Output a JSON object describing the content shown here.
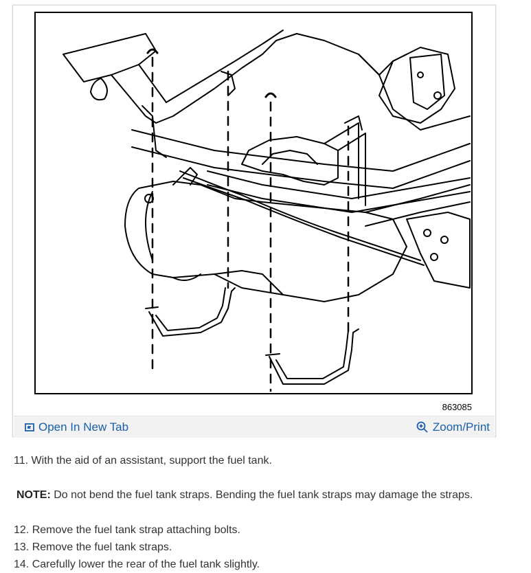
{
  "figure": {
    "id_label": "863085",
    "open_tab_label": "Open In New Tab",
    "zoom_label": "Zoom/Print",
    "open_icon": "open-in-new-tab-icon",
    "zoom_icon": "zoom-in-icon",
    "accent_color": "#1a5fa8"
  },
  "steps": {
    "s11": "11. With the aid of an assistant, support the fuel tank.",
    "note_label": "NOTE:",
    "note_text": " Do not bend the fuel tank straps. Bending the fuel tank straps may damage the straps.",
    "s12": "12. Remove the fuel tank strap attaching bolts.",
    "s13": "13. Remove the fuel tank straps.",
    "s14": "14. Carefully lower the rear of the fuel tank slightly."
  }
}
